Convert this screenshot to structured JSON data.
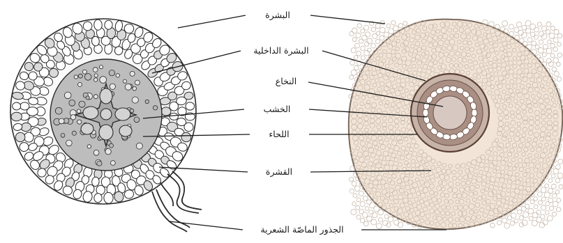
{
  "figure": {
    "labels": [
      {
        "key": "epidermis",
        "text": "البشرة"
      },
      {
        "key": "endodermis",
        "text": "البشرة الداخلية"
      },
      {
        "key": "pith",
        "text": "النخاع"
      },
      {
        "key": "xylem",
        "text": "الخشب"
      },
      {
        "key": "phloem",
        "text": "اللحاء"
      },
      {
        "key": "cortex",
        "text": "القشرة"
      },
      {
        "key": "root-hairs",
        "text": "الجذور الماصّة الشعرية"
      }
    ]
  },
  "colors": {
    "ink": "#1a1a1a",
    "cell_outline": "#2a2a2a",
    "cortex_fill": "#d9d9d9",
    "vascular_fill": "#b8b8b8",
    "micro_outer": "#f1e3d4",
    "micro_cells": "#c8b9ab",
    "micro_stele": "#c5b1a6",
    "micro_dark": "#6b4e44",
    "micro_pith": "#d8c8c2"
  }
}
